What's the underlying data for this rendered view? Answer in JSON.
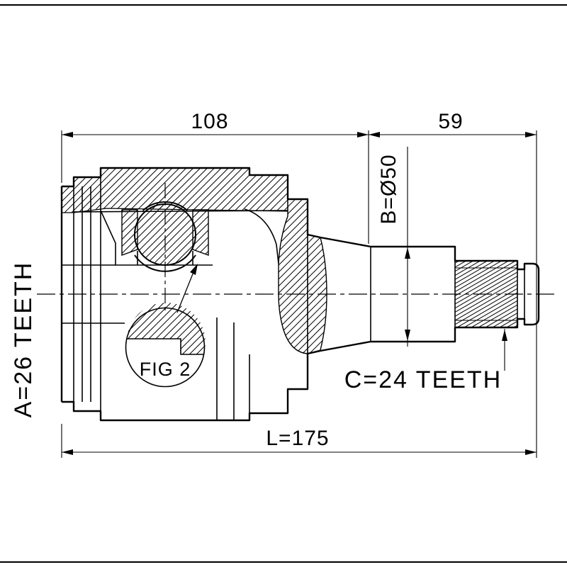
{
  "drawing": {
    "figure_label": "FIG 2",
    "dimensions": {
      "body_length": "108",
      "shaft_length": "59",
      "shaft_diameter": "B=Ø50",
      "inner_spline_teeth": "A=26 TEETH",
      "outer_spline_teeth": "C=24 TEETH",
      "overall_length": "L=175"
    },
    "colors": {
      "line": "#000000",
      "background": "#ffffff"
    }
  }
}
